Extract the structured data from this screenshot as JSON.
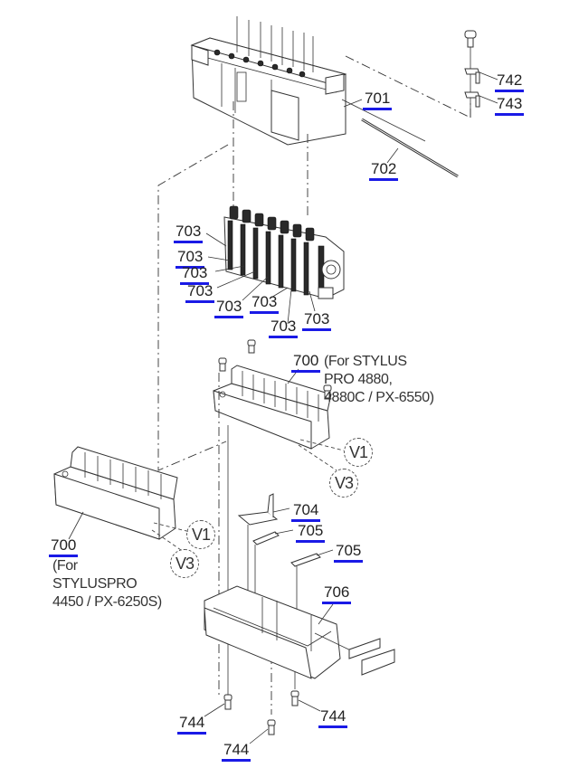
{
  "diagram": {
    "type": "exploded-parts-view",
    "callouts": [
      {
        "id": "c701",
        "part": "701"
      },
      {
        "id": "c702",
        "part": "702"
      },
      {
        "id": "c742",
        "part": "742"
      },
      {
        "id": "c743",
        "part": "743"
      },
      {
        "id": "c703a",
        "part": "703"
      },
      {
        "id": "c703b",
        "part": "703"
      },
      {
        "id": "c703c",
        "part": "703"
      },
      {
        "id": "c703d",
        "part": "703"
      },
      {
        "id": "c703e",
        "part": "703"
      },
      {
        "id": "c703f",
        "part": "703"
      },
      {
        "id": "c703g",
        "part": "703"
      },
      {
        "id": "c703h",
        "part": "703"
      },
      {
        "id": "c700a",
        "part": "700"
      },
      {
        "id": "c700b",
        "part": "700"
      },
      {
        "id": "c704",
        "part": "704"
      },
      {
        "id": "c705a",
        "part": "705"
      },
      {
        "id": "c705b",
        "part": "705"
      },
      {
        "id": "c706",
        "part": "706"
      },
      {
        "id": "c744a",
        "part": "744"
      },
      {
        "id": "c744b",
        "part": "744"
      },
      {
        "id": "c744c",
        "part": "744"
      }
    ],
    "notes": {
      "variant_4880": "(For STYLUS\nPRO 4880,\n4880C / PX-6550)",
      "variant_4450": "(For\nSTYLUSPRO\n4450 / PX-6250S)"
    },
    "view_markers": {
      "upper_v1": "V1",
      "upper_v3": "V3",
      "lower_v1": "V1",
      "lower_v3": "V3"
    },
    "colors": {
      "callout_underline": "#1a1ae6",
      "line_art": "#333333"
    }
  }
}
